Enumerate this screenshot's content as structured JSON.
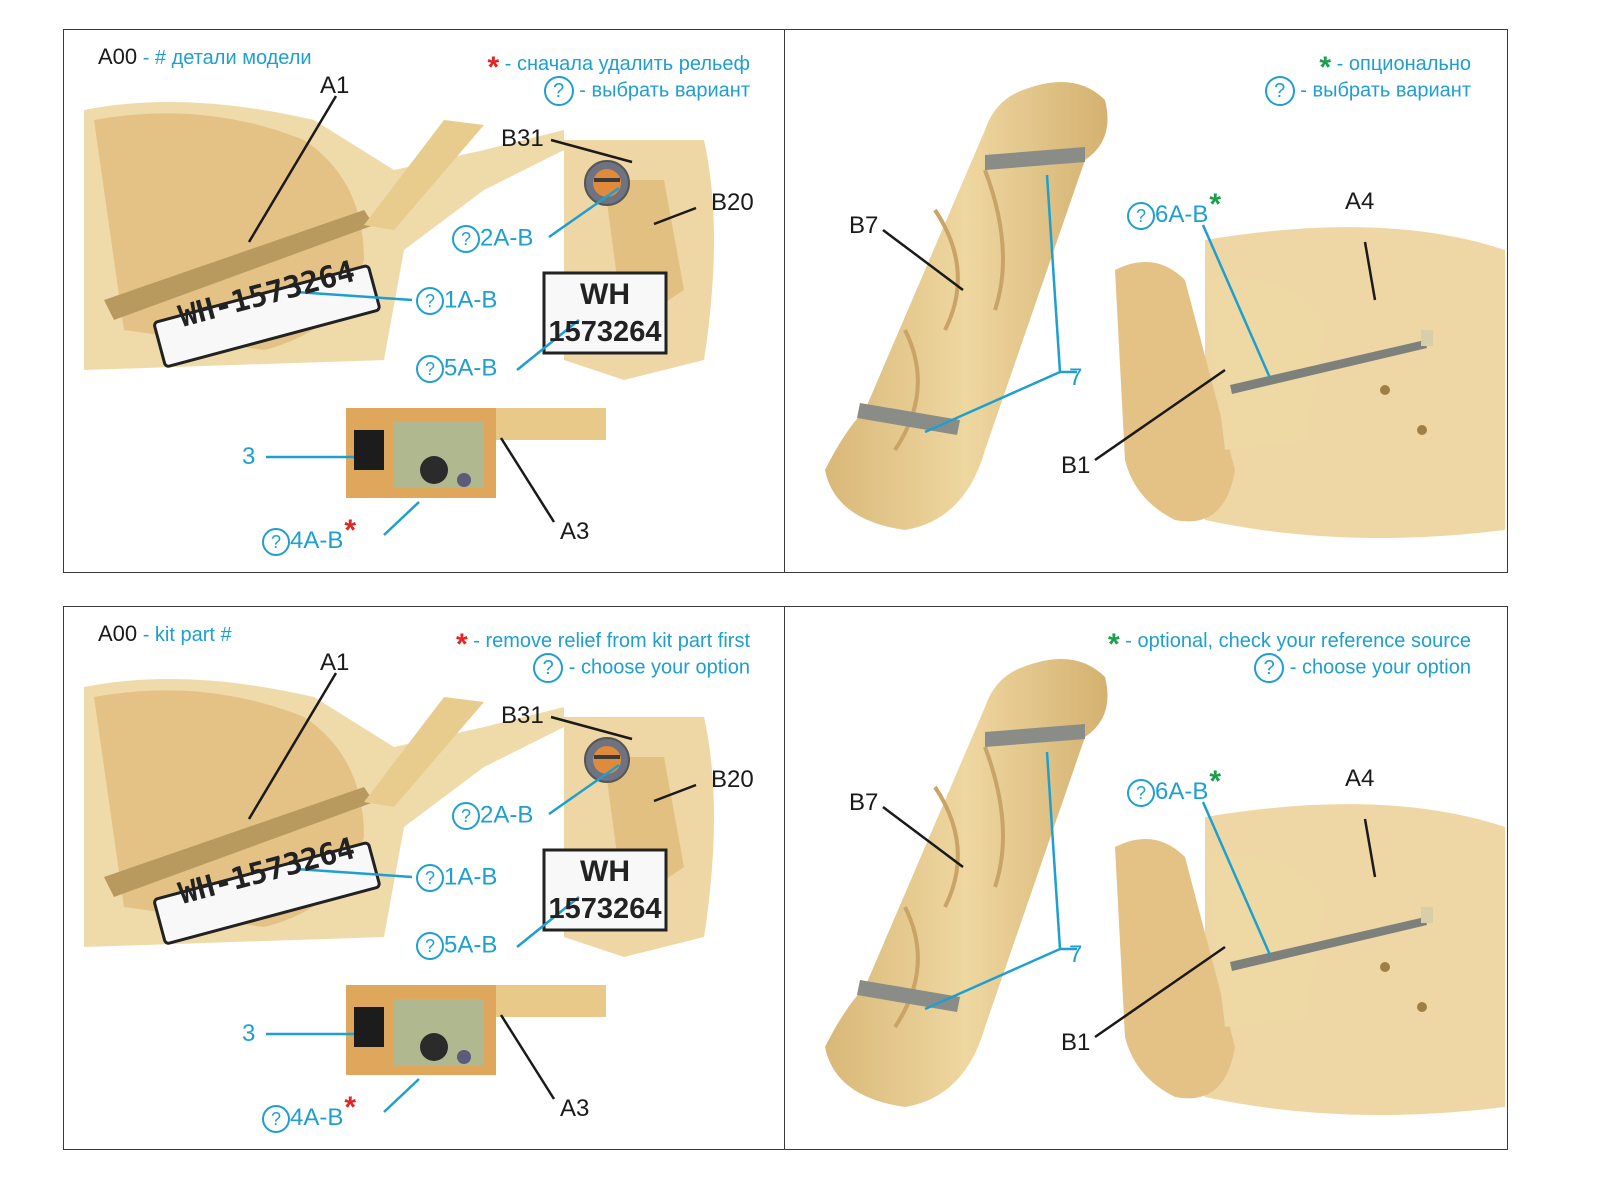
{
  "colors": {
    "cyan": "#1e9fd0",
    "black": "#1a1a1a",
    "red_star": "#e42323",
    "green_star": "#18a04a",
    "resin": "#ecd39b"
  },
  "icons": {
    "question": "question-circle-icon",
    "star": "asterisk-icon"
  },
  "star": "*",
  "question": "?",
  "ru_left": {
    "part_code": "A00",
    "part_desc": " - # детали модели",
    "relief_note": " - сначала удалить рельеф",
    "choose_note": " - выбрать вариант",
    "labels": {
      "A1": "A1",
      "B31": "B31",
      "B20": "B20",
      "1AB": "1A-B",
      "2AB": "2A-B",
      "5AB": "5A-B",
      "three": "3",
      "4AB": "4A-B",
      "A3": "A3"
    },
    "plate_long": "WH-1573264",
    "plate_sq_top": "WH",
    "plate_sq_bottom": "1573264"
  },
  "ru_right": {
    "optional_note": " - опционально",
    "choose_note": " - выбрать вариант",
    "labels": {
      "B7": "B7",
      "6AB": "6A-B",
      "A4": "A4",
      "seven": "7",
      "B1": "B1"
    }
  },
  "en_left": {
    "part_code": "A00",
    "part_desc": " - kit part #",
    "relief_note": " - remove relief from kit part first",
    "choose_note": " - choose your option",
    "labels": {
      "A1": "A1",
      "B31": "B31",
      "B20": "B20",
      "1AB": "1A-B",
      "2AB": "2A-B",
      "5AB": "5A-B",
      "three": "3",
      "4AB": "4A-B",
      "A3": "A3"
    },
    "plate_long": "WH-1573264",
    "plate_sq_top": "WH",
    "plate_sq_bottom": "1573264"
  },
  "en_right": {
    "optional_note": " - optional, check your reference source",
    "choose_note": " - choose your option",
    "labels": {
      "B7": "B7",
      "6AB": "6A-B",
      "A4": "A4",
      "seven": "7",
      "B1": "B1"
    }
  }
}
